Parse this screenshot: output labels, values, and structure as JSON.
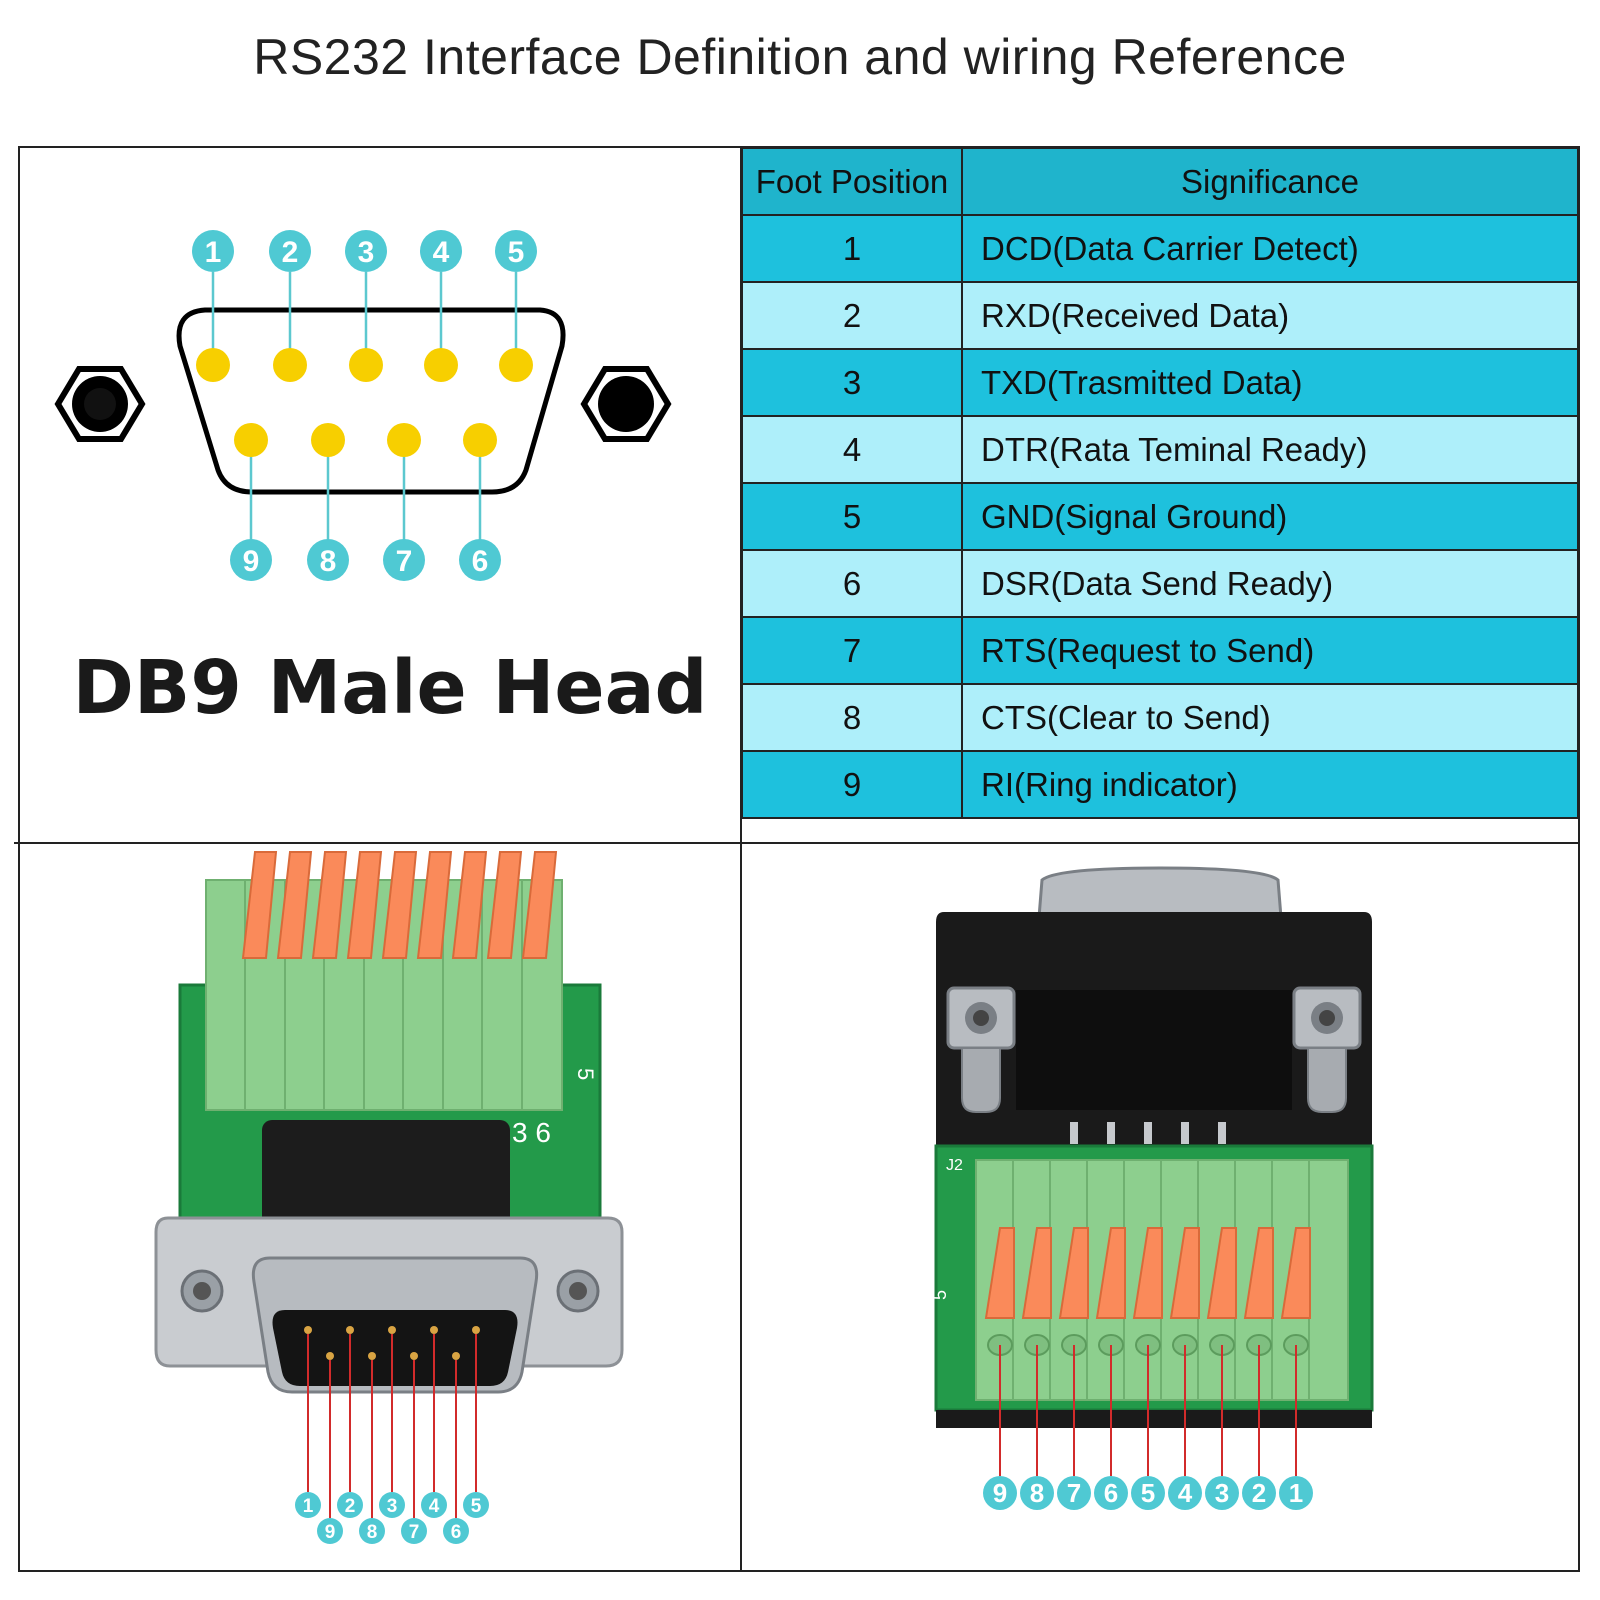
{
  "title": "RS232 Interface Definition and wiring Reference",
  "db9_label": "DB9 Male Head",
  "table": {
    "headers": [
      "Foot Position",
      "Significance"
    ],
    "rows": [
      {
        "pos": "1",
        "sig": "DCD(Data Carrier Detect)"
      },
      {
        "pos": "2",
        "sig": "RXD(Received Data)"
      },
      {
        "pos": "3",
        "sig": "TXD(Trasmitted Data)"
      },
      {
        "pos": "4",
        "sig": "DTR(Rata Teminal Ready)"
      },
      {
        "pos": "5",
        "sig": "GND(Signal Ground)"
      },
      {
        "pos": "6",
        "sig": "DSR(Data Send Ready)"
      },
      {
        "pos": "7",
        "sig": "RTS(Request to Send)"
      },
      {
        "pos": "8",
        "sig": "CTS(Clear to Send)"
      },
      {
        "pos": "9",
        "sig": "RI(Ring indicator)"
      }
    ]
  },
  "diagram_pins": {
    "top": [
      "1",
      "2",
      "3",
      "4",
      "5"
    ],
    "bottom": [
      "9",
      "8",
      "7",
      "6"
    ]
  },
  "photo_left_pins": {
    "top": [
      "1",
      "2",
      "3",
      "4",
      "5"
    ],
    "bottom": [
      "9",
      "8",
      "7",
      "6"
    ]
  },
  "photo_right_pins": [
    "9",
    "8",
    "7",
    "6",
    "5",
    "4",
    "3",
    "2",
    "1"
  ],
  "board_marks": {
    "left_pcb": [
      "5",
      "3 6"
    ],
    "right_pcb": [
      "J2",
      "5"
    ]
  },
  "colors": {
    "pin_badge": "#4fc9d3",
    "pin_dot": "#f7cf00",
    "table_dark": "#1ec1dd",
    "table_light": "#aeeffa",
    "terminal_green": "#8dcf8e",
    "lever_orange": "#fa8a5a",
    "wire_red": "#d22b2b"
  }
}
